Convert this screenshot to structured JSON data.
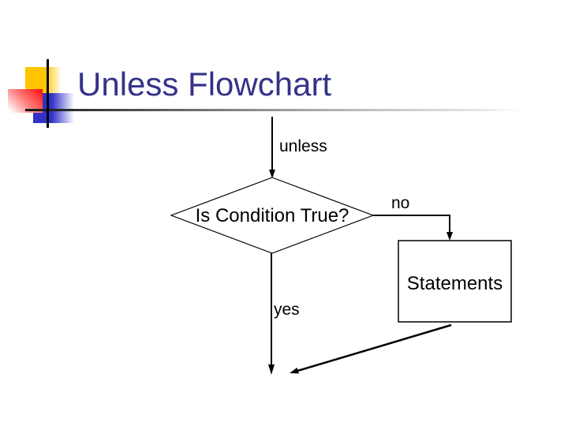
{
  "slide": {
    "title": "Unless Flowchart",
    "colors": {
      "title_text": "#333388",
      "accent_yellow": "#ffc400",
      "accent_red": "#ff1414",
      "accent_blue": "#3232c8",
      "flow_lines": "#000000",
      "background": "#ffffff"
    }
  },
  "flowchart": {
    "type": "flowchart",
    "entry_label": "unless",
    "decision_label": "Is Condition True?",
    "no_label": "no",
    "yes_label": "yes",
    "process_label": "Statements",
    "edges": [
      {
        "from": "entry",
        "to": "decision",
        "label": "unless"
      },
      {
        "from": "decision",
        "to": "statements-box",
        "label": "no"
      },
      {
        "from": "decision",
        "to": "exit",
        "label": "yes"
      },
      {
        "from": "statements-box",
        "to": "exit",
        "label": ""
      }
    ]
  }
}
